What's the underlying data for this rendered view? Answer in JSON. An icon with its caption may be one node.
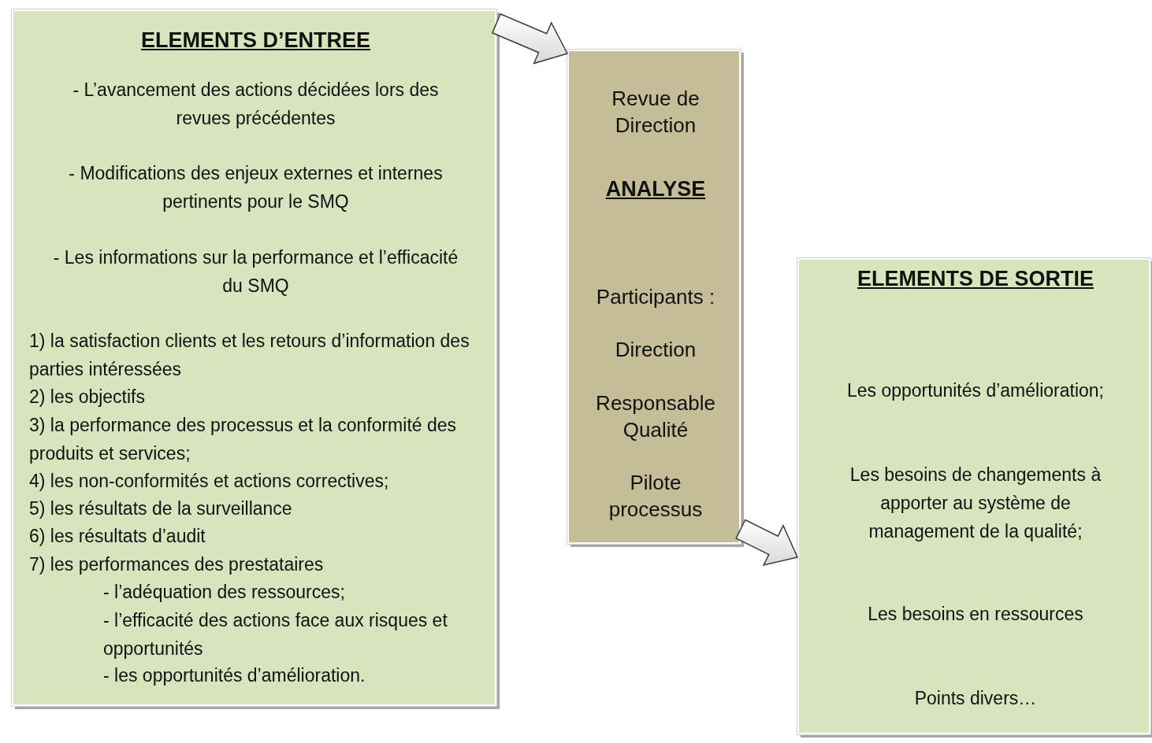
{
  "diagram": {
    "nodes": [
      {
        "text": [
          "ELEMENTS D’ENTREE",
          "- L’avancement des actions décidées lors des revues précédentes",
          "- Modifications des enjeux externes et internes pertinents pour le SMQ",
          "- Les informations sur la performance et l’efficacité du SMQ",
          "1) la satisfaction clients et les retours d’information des parties intéressées",
          "2) les objectifs",
          "3) la performance des processus et la conformité des produits et services;",
          "4) les non-conformités et actions correctives;",
          "5) les résultats de la surveillance",
          "6) les résultats d’audit",
          "7) les performances des prestataires",
          "- l’adéquation des ressources;",
          "- l’efficacité des actions face aux risques et opportunités",
          "- les opportunités d’amélioration."
        ]
      },
      {
        "text": [
          "Revue de Direction",
          "ANALYSE",
          "Participants :",
          "Direction",
          "Responsable Qualité",
          "Pilote processus"
        ]
      },
      {
        "text": [
          "ELEMENTS DE SORTIE",
          "Les opportunités d’amélioration;",
          "Les besoins de changements à apporter au système de management de la qualité;",
          "Les besoins en ressources",
          "Points divers…"
        ]
      }
    ],
    "edges": [
      {
        "from": 0,
        "to": 1,
        "arrow": "to"
      },
      {
        "from": 1,
        "to": 2,
        "arrow": "to"
      }
    ]
  }
}
